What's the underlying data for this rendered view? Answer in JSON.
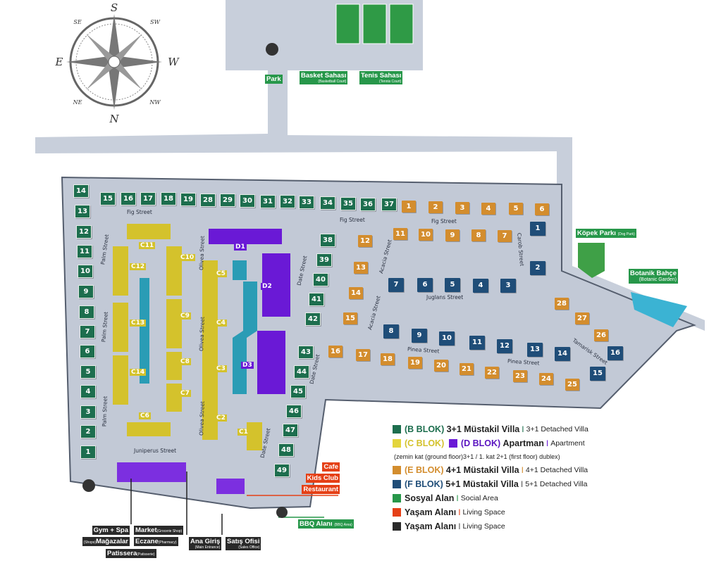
{
  "compass": {
    "n": "N",
    "s": "S",
    "e": "E",
    "w": "W",
    "ne": "NE",
    "nw": "NW",
    "se": "SE",
    "sw": "SW"
  },
  "colors": {
    "b_blok": "#1d6e4e",
    "c_blok": "#d4c22c",
    "d_blok": "#6a19d6",
    "e_blok": "#d38d2e",
    "f_blok": "#1f4d78",
    "social": "#27974a",
    "living_red": "#e54016",
    "living_dark": "#2a2a2a"
  },
  "lots": {
    "b_blok": [
      "14",
      "13",
      "12",
      "11",
      "10",
      "9",
      "8",
      "7",
      "6",
      "5",
      "4",
      "3",
      "2",
      "1",
      "15",
      "16",
      "17",
      "18",
      "19",
      "28",
      "29",
      "30",
      "31",
      "32",
      "33",
      "34",
      "35",
      "36",
      "37",
      "38",
      "39",
      "40",
      "41",
      "42",
      "43",
      "44",
      "45",
      "46",
      "47",
      "48",
      "49"
    ],
    "e_blok": [
      "1",
      "2",
      "3",
      "4",
      "5",
      "6",
      "11",
      "10",
      "9",
      "8",
      "7",
      "12",
      "13",
      "14",
      "15",
      "16",
      "17",
      "18",
      "19",
      "20",
      "21",
      "22",
      "23",
      "24",
      "25",
      "28",
      "27",
      "26"
    ],
    "f_blok": [
      "1",
      "2",
      "7",
      "6",
      "5",
      "4",
      "3",
      "8",
      "9",
      "10",
      "11",
      "12",
      "13",
      "14",
      "15",
      "16"
    ]
  },
  "blocks": {
    "c": [
      "C11",
      "C12",
      "C10",
      "C13",
      "C9",
      "C5",
      "C4",
      "C3",
      "C2",
      "C8",
      "C7",
      "C14",
      "C6",
      "C1"
    ],
    "d": [
      "D1",
      "D2",
      "D3"
    ]
  },
  "streets": [
    "Fig Street",
    "Fig Street",
    "Fig Street",
    "Palm Street",
    "Palm Street",
    "Palm Street",
    "Olivea Street",
    "Olivea Street",
    "Olivea Street",
    "Juniperus Street",
    "Date Street",
    "Date Street",
    "Date Street",
    "Acacia Street",
    "Acacia Street",
    "Juglans Street",
    "Pinea Street",
    "Pinea Street",
    "Carob Street",
    "Tamarisk Street"
  ],
  "labels": {
    "park": "Park",
    "basket": "Basket Sahası",
    "basket_en": "(Basketball Court)",
    "tennis": "Tenis Sahası",
    "tennis_en": "(Tennis Court)",
    "dog_park": "Köpek Parkı",
    "dog_park_en": "(Dog Park)",
    "botanic": "Botanik Bahçe",
    "botanic_en": "(Botanic Garden)",
    "cafe": "Cafe",
    "kids_club": "Kids Club",
    "restaurant": "Restaurant",
    "bbq": "BBQ Alanı",
    "bbq_en": "(BBQ Area)",
    "gym": "Gym + Spa",
    "shops": "Mağazalar",
    "shops_en": "(Shops)",
    "market": "Market",
    "market_en": "(Grocerie Shop)",
    "pharmacy": "Eczane",
    "pharmacy_en": "(Pharmacy)",
    "patisserie": "Patissera",
    "patisserie_en": "(Patisserie)",
    "entrance": "Ana Giriş",
    "entrance_en": "(Main Entrance)",
    "sales": "Satış Ofisi",
    "sales_en": "(Sales Office)"
  },
  "legend": {
    "b": {
      "code": "(B BLOK)",
      "tr": "3+1 Müstakil Villa",
      "en": "3+1 Detached Villa"
    },
    "c": {
      "code": "(C BLOK)"
    },
    "d": {
      "code": "(D BLOK)",
      "tr": "Apartman",
      "en": "Apartment"
    },
    "cd_note": "(zemin kat (ground floor)3+1 / 1. kat 2+1 (first floor) dublex)",
    "e": {
      "code": "(E BLOK)",
      "tr": "4+1 Müstakil Villa",
      "en": "4+1 Detached Villa"
    },
    "f": {
      "code": "(F BLOK)",
      "tr": "5+1 Müstakil Villa",
      "en": "5+1 Detached Villa"
    },
    "social": {
      "tr": "Sosyal Alan",
      "en": "Social Area"
    },
    "living1": {
      "tr": "Yaşam Alanı",
      "en": "Living Space"
    },
    "living2": {
      "tr": "Yaşam Alanı",
      "en": "Living Space"
    },
    "separator": "I"
  }
}
